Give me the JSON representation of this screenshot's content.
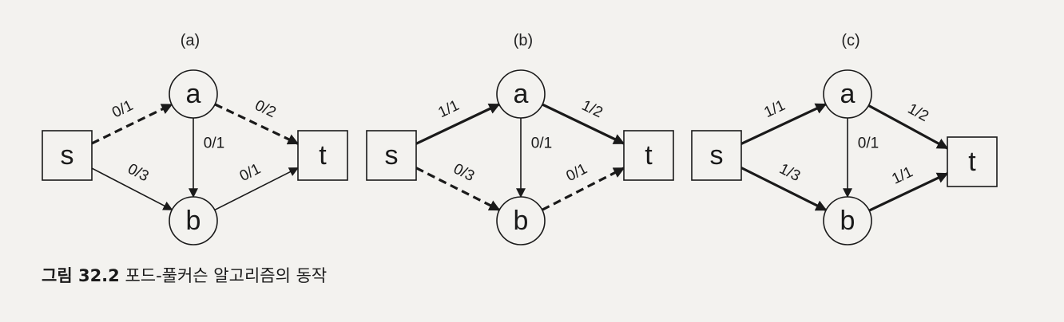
{
  "panels": [
    {
      "label": "(a)",
      "nodes": {
        "s": "s",
        "a": "a",
        "b": "b",
        "t": "t"
      },
      "edges": [
        {
          "from": "s",
          "to": "a",
          "label": "0/1",
          "style": "dashed"
        },
        {
          "from": "a",
          "to": "t",
          "label": "0/2",
          "style": "dashed"
        },
        {
          "from": "a",
          "to": "b",
          "label": "0/1",
          "style": "thin"
        },
        {
          "from": "s",
          "to": "b",
          "label": "0/3",
          "style": "thin"
        },
        {
          "from": "b",
          "to": "t",
          "label": "0/1",
          "style": "thin"
        }
      ]
    },
    {
      "label": "(b)",
      "nodes": {
        "s": "s",
        "a": "a",
        "b": "b",
        "t": "t"
      },
      "edges": [
        {
          "from": "s",
          "to": "a",
          "label": "1/1",
          "style": "bold"
        },
        {
          "from": "a",
          "to": "t",
          "label": "1/2",
          "style": "bold"
        },
        {
          "from": "a",
          "to": "b",
          "label": "0/1",
          "style": "thin"
        },
        {
          "from": "s",
          "to": "b",
          "label": "0/3",
          "style": "dashed"
        },
        {
          "from": "b",
          "to": "t",
          "label": "0/1",
          "style": "dashed"
        }
      ]
    },
    {
      "label": "(c)",
      "nodes": {
        "s": "s",
        "a": "a",
        "b": "b",
        "t": "t"
      },
      "edges": [
        {
          "from": "s",
          "to": "a",
          "label": "1/1",
          "style": "bold"
        },
        {
          "from": "a",
          "to": "t",
          "label": "1/2",
          "style": "bold"
        },
        {
          "from": "a",
          "to": "b",
          "label": "0/1",
          "style": "thin"
        },
        {
          "from": "s",
          "to": "b",
          "label": "1/3",
          "style": "bold"
        },
        {
          "from": "b",
          "to": "t",
          "label": "1/1",
          "style": "bold"
        }
      ]
    }
  ],
  "caption": {
    "number": "그림 32.2",
    "text": "포드-풀커슨 알고리즘의 동작"
  }
}
